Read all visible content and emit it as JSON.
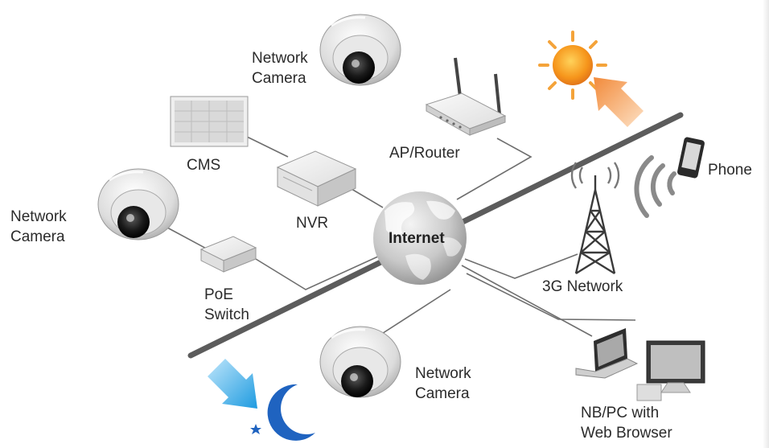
{
  "nodes": {
    "camera_top": "Network\nCamera",
    "ap_router": "AP/Router",
    "cms": "CMS",
    "nvr": "NVR",
    "camera_left": "Network\nCamera",
    "poe_switch": "PoE\nSwitch",
    "internet": "Internet",
    "phone": "Phone",
    "network_3g": "3G Network",
    "camera_bottom": "Network\nCamera",
    "nb_pc": "NB/PC  with\nWeb  Browser"
  },
  "colors": {
    "line": "#6e6e6e",
    "divider": "#5a5a5a",
    "sun": "#f29a1e",
    "sun_arrow": "#f5a15a",
    "moon": "#1f6fc2",
    "moon_arrow": "#3fa9e6",
    "device_gray": "#d8d8d8"
  },
  "icons": [
    "camera-icon",
    "router-icon",
    "monitor-icon",
    "nvr-icon",
    "switch-icon",
    "globe-icon",
    "sun-icon",
    "moon-icon",
    "star-icon",
    "phone-icon",
    "tower-icon",
    "laptop-icon",
    "desktop-icon"
  ]
}
